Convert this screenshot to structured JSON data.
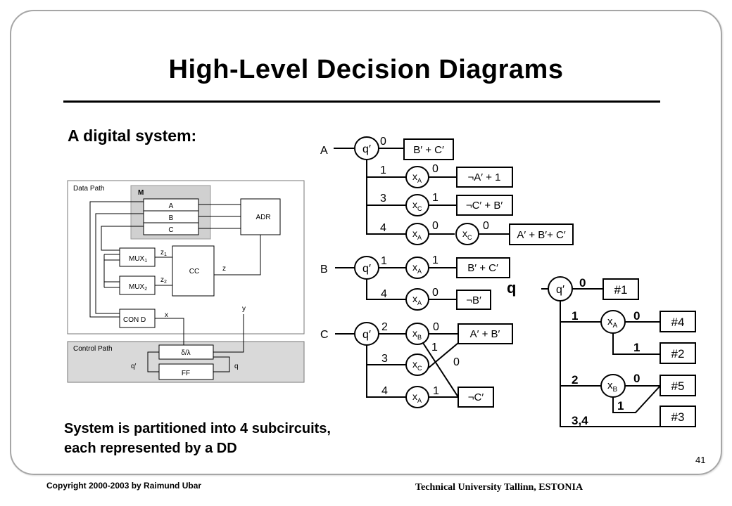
{
  "slide": {
    "title": "High-Level Decision Diagrams",
    "subtitle": "A digital system:",
    "caption_lines": [
      "System is partitioned into 4 subcircuits,",
      "each represented by a DD"
    ],
    "page_number": "41",
    "copyright": "Copyright 2000-2003 by Raimund Ubar",
    "institution": "Technical University Tallinn, ESTONIA"
  },
  "block_diagram": {
    "data_path_label": "Data Path",
    "control_path_label": "Control Path",
    "memory_label": "M",
    "registers": [
      "A",
      "B",
      "C"
    ],
    "adr_label": "ADR",
    "mux1_label": "MUX",
    "mux1_sub": "1",
    "mux2_label": "MUX",
    "mux2_sub": "2",
    "cc_label": "CC",
    "cond_label": "CON D",
    "z1_label": "z",
    "z1_sub": "1",
    "z2_label": "z",
    "z2_sub": "2",
    "z_label": "z",
    "x_label": "x",
    "y_label": "y",
    "fsm_label": "δ/λ",
    "ff_label": "FF",
    "q_prime_label": "q′",
    "q_label": "q"
  },
  "dd_A": {
    "output": "A",
    "root": "q′",
    "branches": [
      {
        "edge": "0",
        "nodes": [],
        "terminal": "B′ + C′"
      },
      {
        "edge": "1",
        "nodes": [
          {
            "var": "x",
            "sub": "A",
            "out": "0"
          }
        ],
        "terminal": "¬A′ + 1"
      },
      {
        "edge": "3",
        "nodes": [
          {
            "var": "x",
            "sub": "C",
            "out": "1"
          }
        ],
        "terminal": "¬C′ + B′"
      },
      {
        "edge": "4",
        "nodes": [
          {
            "var": "x",
            "sub": "A",
            "out": "0"
          },
          {
            "var": "x",
            "sub": "C",
            "out": "0"
          }
        ],
        "terminal": "A′ + B′+ C′"
      }
    ]
  },
  "dd_B": {
    "output": "B",
    "root": "q′",
    "branches": [
      {
        "edge": "1",
        "nodes": [
          {
            "var": "x",
            "sub": "A",
            "out": "1"
          }
        ],
        "terminal": "B′ + C′"
      },
      {
        "edge": "4",
        "nodes": [
          {
            "var": "x",
            "sub": "A",
            "out": "0"
          }
        ],
        "terminal": "¬B′"
      }
    ]
  },
  "dd_C": {
    "output": "C",
    "root": "q′",
    "branches": [
      {
        "edge": "2",
        "nodes": [
          {
            "var": "x",
            "sub": "B",
            "out": "0"
          }
        ],
        "terminal": "A′ + B′"
      },
      {
        "edge": "3",
        "nodes": [
          {
            "var": "x",
            "sub": "C",
            "out": ""
          }
        ],
        "terminal": ""
      },
      {
        "edge": "4",
        "nodes": [
          {
            "var": "x",
            "sub": "A",
            "out": "1"
          }
        ],
        "terminal": "¬C′"
      }
    ],
    "cross_edges": [
      "1",
      "0"
    ]
  },
  "dd_q": {
    "output": "q",
    "root": "q′",
    "edges": [
      "0",
      "1",
      "0",
      "1",
      "2",
      "0",
      "1",
      "3,4"
    ],
    "node_xA": {
      "var": "x",
      "sub": "A"
    },
    "node_xB": {
      "var": "x",
      "sub": "B"
    },
    "terminals": [
      "#1",
      "#4",
      "#2",
      "#5",
      "#3"
    ]
  }
}
